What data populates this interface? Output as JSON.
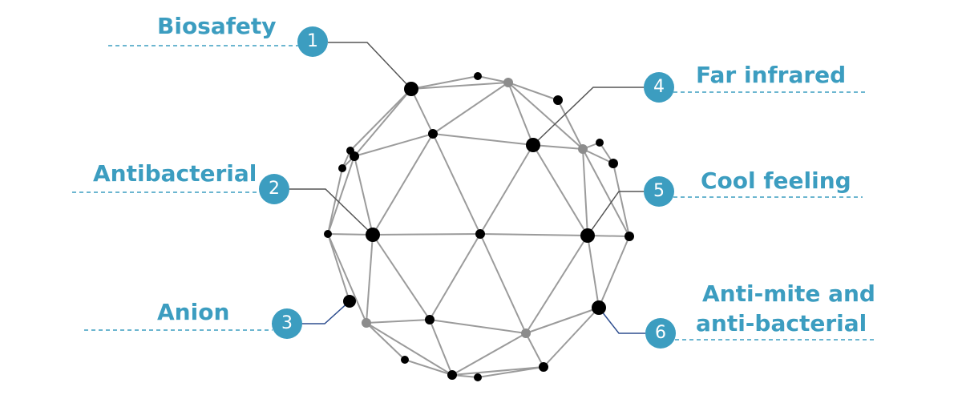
{
  "colors": {
    "accent": "#3c9dc0",
    "mesh_line": "#9b9b9b",
    "node_dark": "#000000",
    "node_grey": "#8c8c8c",
    "leader_dark": "#555555",
    "leader_blue": "#2e4e8f"
  },
  "features": [
    {
      "number": "1",
      "label": "Biosafety"
    },
    {
      "number": "2",
      "label": "Antibacterial"
    },
    {
      "number": "3",
      "label": "Anion"
    },
    {
      "number": "4",
      "label": "Far infrared"
    },
    {
      "number": "5",
      "label": "Cool feeling"
    },
    {
      "number": "6",
      "label_line1": "Anti-mite and",
      "label_line2": "anti-bacterial"
    }
  ]
}
